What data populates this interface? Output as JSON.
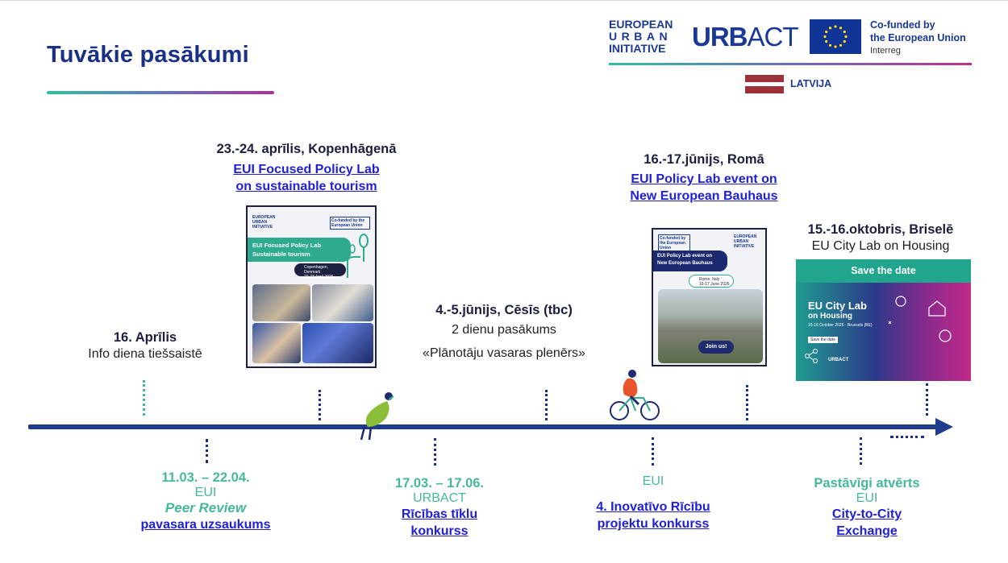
{
  "title": "Tuvākie pasākumi",
  "logos": {
    "eui_line1": "EUROPEAN",
    "eui_line2": "URBAN",
    "eui_line3": "INITIATIVE",
    "urbact_bold": "URB",
    "urbact_light": "ACT",
    "cofund_line1": "Co-funded by",
    "cofund_line2": "the European Union",
    "cofund_line3": "Interreg",
    "country": "LATVIJA"
  },
  "events_top": [
    {
      "date": "16. Aprīlis",
      "desc": "Info diena tiešsaistē"
    },
    {
      "date": "23.-24. aprīlis, Kopenhāgenā",
      "link_line1": "EUI Focused Policy Lab",
      "link_line2": "on sustainable tourism"
    },
    {
      "date": "4.-5.jūnijs, Cēsīs (tbc)",
      "desc": "2 dienu pasākums",
      "desc2": "«Plānotāju vasaras plenērs»"
    },
    {
      "date": "16.-17.jūnijs, Romā",
      "link_line1": "EUI Policy Lab event on",
      "link_line2": "New European Bauhaus"
    },
    {
      "date": "15.-16.oktobris, Briselē",
      "desc": "EU City Lab on Housing"
    }
  ],
  "events_bottom": [
    {
      "date": "11.03. – 22.04.",
      "org": "EUI",
      "italic": "Peer Review",
      "link_line1": "pavasara uzsaukums"
    },
    {
      "date": "17.03. – 17.06.",
      "org": "URBACT",
      "link_line1": "Rīcības tīklu",
      "link_line2": "konkurss"
    },
    {
      "org": "EUI",
      "link_line1": "4. Inovatīvo Rīcību",
      "link_line2": "projektu konkurss"
    },
    {
      "date": "Pastāvīgi atvērts",
      "org": "EUI",
      "link_line1": "City-to-City",
      "link_line2": "Exchange"
    }
  ],
  "posters": {
    "copenhagen": {
      "hdr": "EUROPEAN URBAN INITIATIVE",
      "cofund": "Co-funded by the European Union",
      "band1": "EUI Focused Policy Lab",
      "band2": "Sustainable tourism",
      "loc": "Copenhagen, Denmark",
      "loc_date": "23-23 April 2026"
    },
    "rome": {
      "cofund": "Co-funded by the European Union",
      "hdr": "EUROPEAN URBAN INITIATIVE",
      "band1": "EUI Policy Lab event on",
      "band2": "New European Bauhaus",
      "loc": "Rome, Italy",
      "loc_date": "16-17 June 2026",
      "cta": "Join us!"
    },
    "brussels": {
      "top": "Save the date",
      "title1": "EU City Lab",
      "title2": "on Housing",
      "sub": "15-16 October 2026 · Brussels (BE)",
      "std": "Save the date",
      "footer_logo": "URBACT"
    }
  },
  "colors": {
    "title": "#1a2f86",
    "link": "#1f20d8",
    "teal": "#45b89c",
    "timeline": "#1d3c8e"
  }
}
